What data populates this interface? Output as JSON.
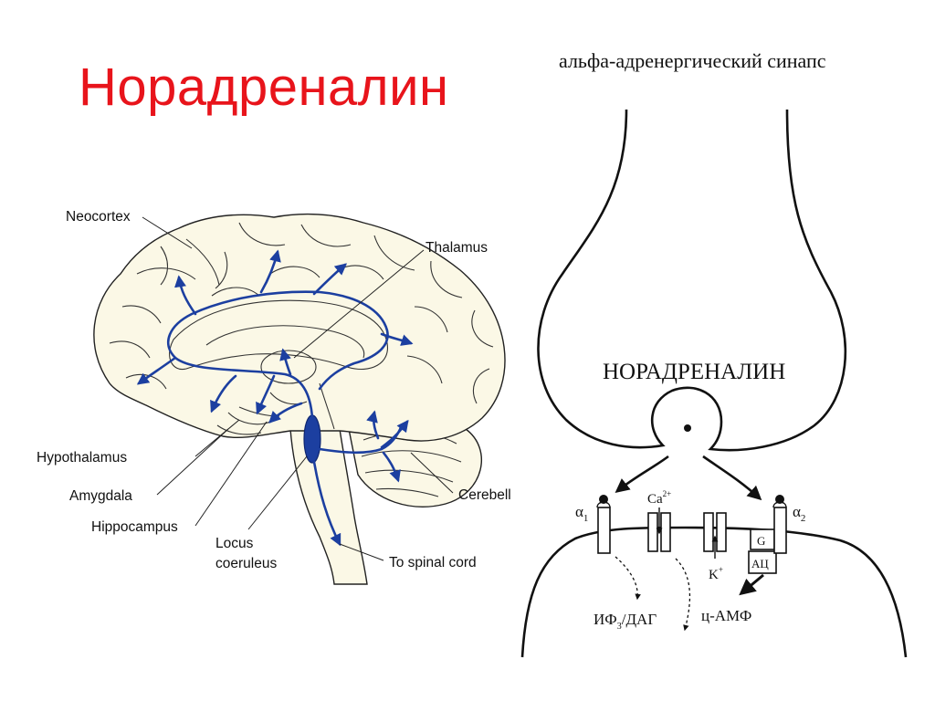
{
  "title": "Норадреналин",
  "synapse_caption": "альфа-адренергический синапс",
  "synapse_label": "НОРАДРЕНАЛИН",
  "brain_labels": {
    "neocortex": "Neocortex",
    "thalamus": "Thalamus",
    "hypothalamus": "Hypothalamus",
    "amygdala": "Amygdala",
    "hippocampus": "Hippocampus",
    "locus_line1": "Locus",
    "locus_line2": "coeruleus",
    "cerebell": "Cerebell",
    "spinal": "To spinal cord"
  },
  "receptors": {
    "alpha": "α",
    "sub1": "1",
    "sub2": "2",
    "ca": "Ca",
    "ca_sup": "2+",
    "k": "K",
    "k_sup": "+",
    "g": "G",
    "ac": "АЦ"
  },
  "messengers": {
    "ip3_a": "ИФ",
    "ip3_sub": "3",
    "ip3_b": "/ДАГ",
    "camp": "ц-АМФ"
  },
  "colors": {
    "title": "#e8141b",
    "pathway": "#1c3fa0",
    "brain_fill": "#fbf8e6"
  }
}
